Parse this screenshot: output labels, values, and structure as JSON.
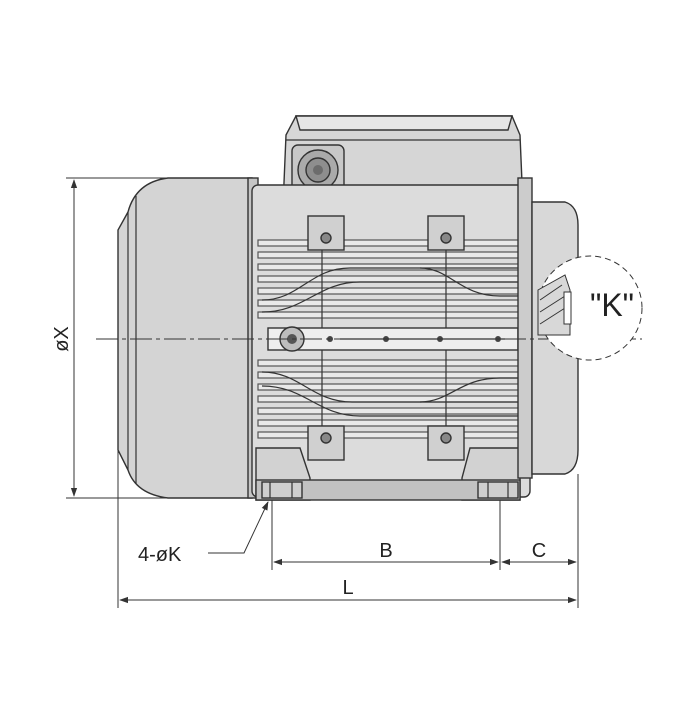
{
  "labels": {
    "diameter_x": "øX",
    "holes": "4-øK",
    "b": "B",
    "c": "C",
    "l": "L",
    "detail": "\"K\""
  },
  "colors": {
    "body": "#d8d8d8",
    "body_dark": "#b9b9b9",
    "body_light": "#ececec",
    "line": "#333333",
    "background": "#ffffff"
  }
}
